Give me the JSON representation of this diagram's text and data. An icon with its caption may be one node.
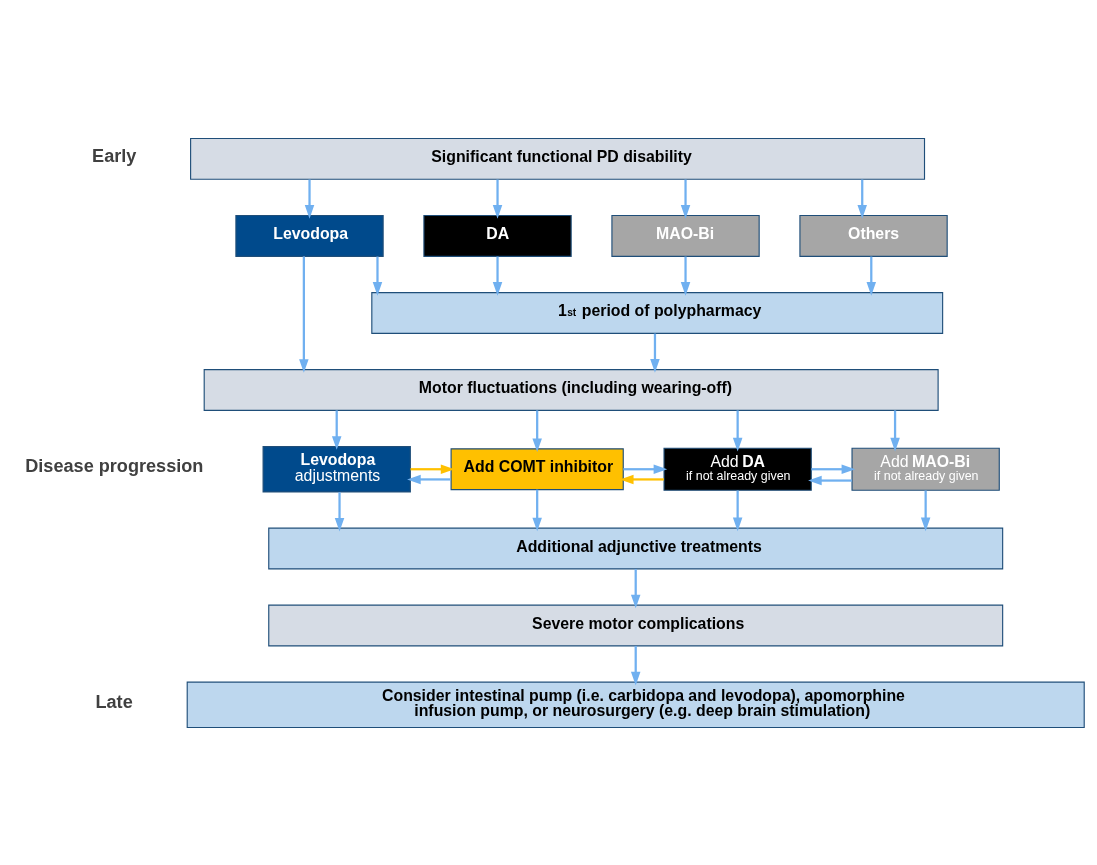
{
  "diagram": {
    "nodes": [
      {
        "text": [
          "Significant functional PD disability"
        ]
      },
      {
        "text": [
          "Levodopa"
        ]
      },
      {
        "text": [
          "DA"
        ]
      },
      {
        "text": [
          "MAO-Bi"
        ]
      },
      {
        "text": [
          "Others"
        ]
      },
      {
        "text": [
          "1$^{st}$ period of polypharmacy"
        ]
      },
      {
        "text": [
          "Motor fluctuations (including wearing-off)"
        ]
      },
      {
        "text": [
          "Levodopa",
          "adjustments"
        ]
      },
      {
        "text": [
          "Add COMT inhibitor"
        ]
      },
      {
        "text": [
          "Add **DA**",
          "if not already given"
        ]
      },
      {
        "text": [
          "Add **MAO-Bi**",
          "if not already given"
        ]
      },
      {
        "text": [
          "Additional adjunctive treatments"
        ]
      },
      {
        "text": [
          "Severe motor complications"
        ]
      },
      {
        "text": [
          "Consider intestinal pump (i.e. carbidopa and levodopa), apomorphine infusion pump, or neurosurgery (e.g. deep brain stimulation)"
        ]
      }
    ],
    "edges": [
      {
        "from": 0,
        "to": 1,
        "arrow": "to"
      },
      {
        "from": 0,
        "to": 2,
        "arrow": "to"
      },
      {
        "from": 0,
        "to": 3,
        "arrow": "to"
      },
      {
        "from": 0,
        "to": 4,
        "arrow": "to"
      },
      {
        "from": 1,
        "to": 5,
        "arrow": "to"
      },
      {
        "from": 2,
        "to": 5,
        "arrow": "to"
      },
      {
        "from": 3,
        "to": 5,
        "arrow": "to"
      },
      {
        "from": 4,
        "to": 5,
        "arrow": "to"
      },
      {
        "from": 1,
        "to": 6,
        "arrow": "to"
      },
      {
        "from": 5,
        "to": 6,
        "arrow": "to"
      },
      {
        "from": 6,
        "to": 7,
        "arrow": "to"
      },
      {
        "from": 6,
        "to": 8,
        "arrow": "to"
      },
      {
        "from": 6,
        "to": 9,
        "arrow": "to"
      },
      {
        "from": 6,
        "to": 10,
        "arrow": "to"
      },
      {
        "from": 8,
        "to": 7,
        "arrow": "to"
      },
      {
        "from": 7,
        "to": 8,
        "arrow": "to",
        "color": "#ffc000"
      },
      {
        "from": 9,
        "to": 8,
        "arrow": "to",
        "color": "#ffc000"
      },
      {
        "from": 8,
        "to": 9,
        "arrow": "to"
      },
      {
        "from": 10,
        "to": 9,
        "arrow": "to"
      },
      {
        "from": 9,
        "to": 10,
        "arrow": "to"
      },
      {
        "from": 7,
        "to": 11,
        "arrow": "to"
      },
      {
        "from": 8,
        "to": 11,
        "arrow": "to"
      },
      {
        "from": 9,
        "to": 11,
        "arrow": "to"
      },
      {
        "from": 10,
        "to": 11,
        "arrow": "to"
      },
      {
        "from": 11,
        "to": 12,
        "arrow": "to"
      },
      {
        "from": 12,
        "to": 13,
        "arrow": "to"
      }
    ],
    "labels": [
      "Early",
      "Disease progression",
      "Late"
    ]
  }
}
